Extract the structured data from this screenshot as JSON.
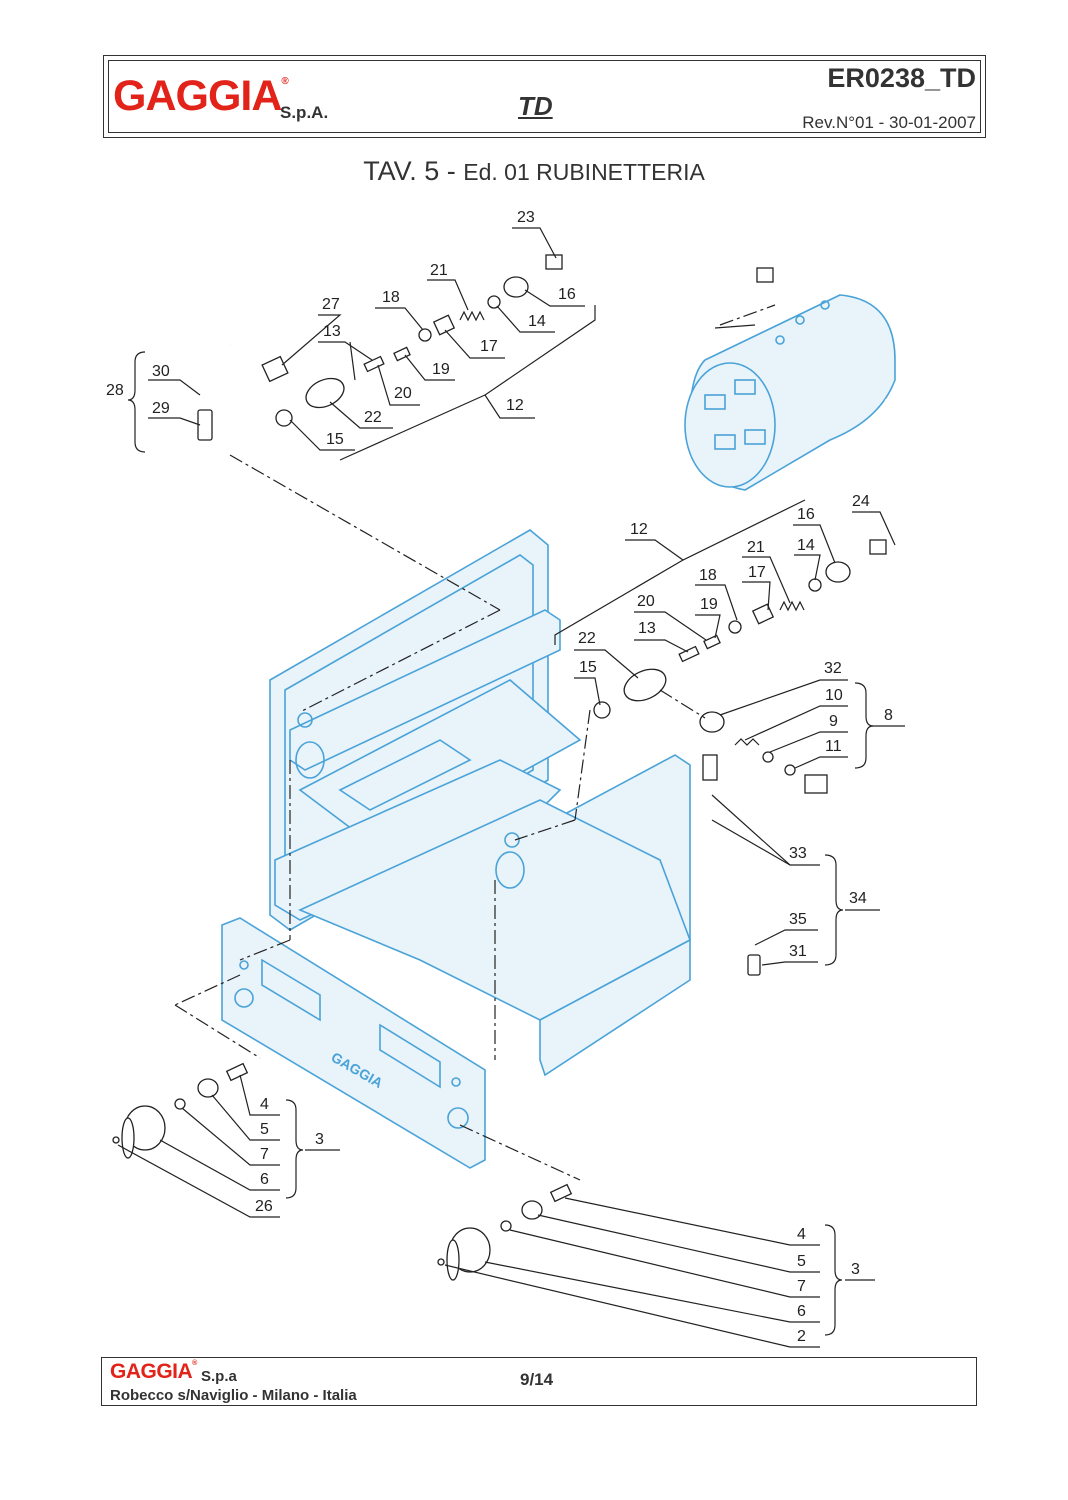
{
  "header": {
    "brand": "GAGGIA",
    "brand_mark": "®",
    "brand_suffix": "S.p.A.",
    "model": "TD",
    "doc_code": "ER0238_TD",
    "revision": "Rev.N°01 - 30-01-2007"
  },
  "title": {
    "main": "TAV. 5 - ",
    "edition": "Ed. 01 RUBINETTERIA"
  },
  "labels": {
    "l23": "23",
    "l16a": "16",
    "l21a": "21",
    "l14a": "14",
    "l18a": "18",
    "l17a": "17",
    "l27": "27",
    "l13a": "13",
    "l19a": "19",
    "l20a": "20",
    "l30": "30",
    "l28": "28",
    "l29": "29",
    "l22a": "22",
    "l15a": "15",
    "l12a": "12",
    "l24": "24",
    "l16b": "16",
    "l14b": "14",
    "l12b": "12",
    "l21b": "21",
    "l17b": "17",
    "l18b": "18",
    "l19b": "19",
    "l20b": "20",
    "l13b": "13",
    "l22b": "22",
    "l15b": "15",
    "l32": "32",
    "l10": "10",
    "l9": "9",
    "l8": "8",
    "l11": "11",
    "l33": "33",
    "l34": "34",
    "l35": "35",
    "l31": "31",
    "l4a": "4",
    "l5a": "5",
    "l3a": "3",
    "l7a": "7",
    "l6a": "6",
    "l26": "26",
    "l4b": "4",
    "l5b": "5",
    "l3b": "3",
    "l7b": "7",
    "l6b": "6",
    "l2": "2"
  },
  "footer": {
    "brand": "GAGGIA",
    "brand_mark": "®",
    "brand_suffix": "S.p.a",
    "address": "Robecco s/Naviglio - Milano - Italia",
    "page": "9/14"
  }
}
